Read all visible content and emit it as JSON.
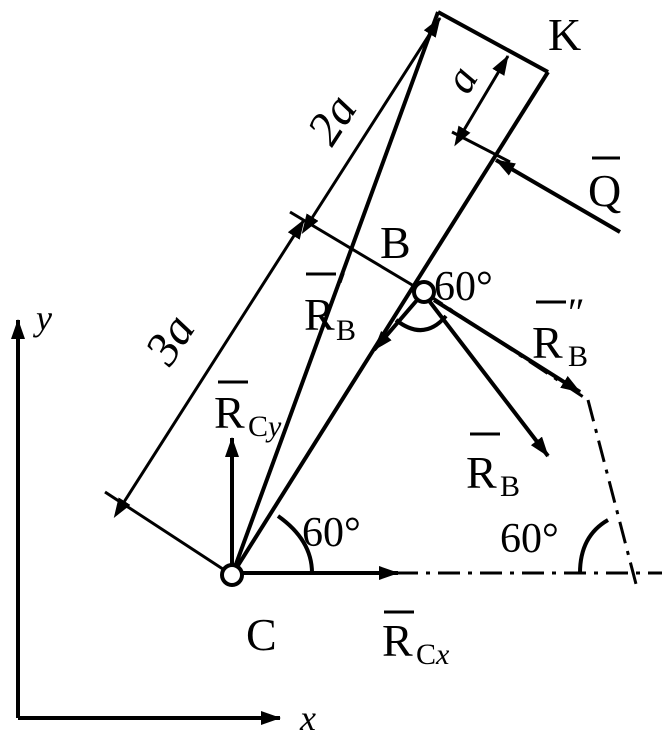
{
  "labels": {
    "K": "K",
    "B": "B",
    "C": "C",
    "Q": "Q",
    "RB_prime_main": "R",
    "RB_prime_sub": "B",
    "RB_prime_mark": "′",
    "RB_dprime_main": "R",
    "RB_dprime_sub": "B",
    "RB_dprime_mark": "″",
    "RB_main": "R",
    "RB_sub": "B",
    "RCy_main": "R",
    "RCy_sub": "C",
    "RCy_sub2": "y",
    "RCx_main": "R",
    "RCx_sub": "C",
    "RCx_sub2": "x",
    "angle_B": "60°",
    "angle_C": "60°",
    "angle_right": "60°",
    "dim_2a": "2a",
    "dim_3a": "3a",
    "dim_a": "a",
    "axis_x": "x",
    "axis_y": "y"
  }
}
